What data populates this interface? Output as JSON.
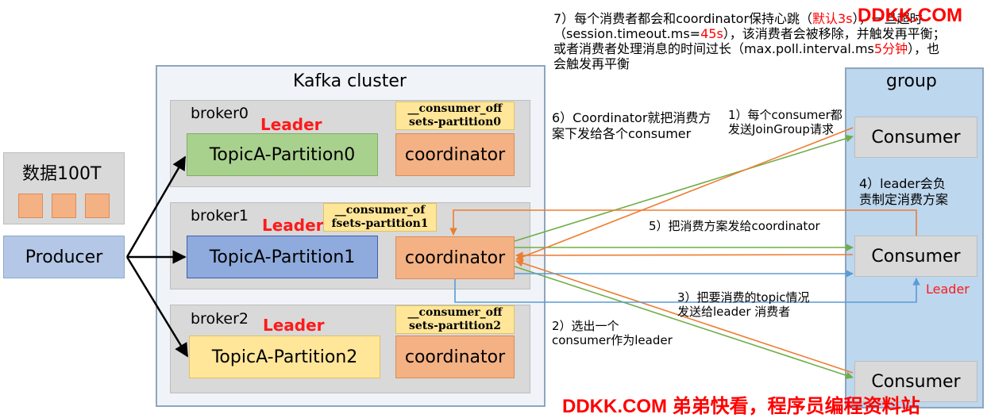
{
  "annotation7": {
    "line1_prefix": "7）每个消费者都会和coordinator保持心跳（",
    "line1_red": "默认3s",
    "line1_suffix": "），一旦超时",
    "line2_prefix": "（session.timeout.ms=",
    "line2_red": "45s",
    "line2_suffix": "），该消费者会被移除，并触发再平衡；",
    "line3_prefix": "或者消费者处理消息的时间过长（max.poll.interval.ms",
    "line3_red": "5分钟",
    "line3_suffix": "），也",
    "line4": "会触发再平衡"
  },
  "watermark_top": "DDKK.COM",
  "watermark_bottom": "DDKK.COM 弟弟快看，程序员编程资料站",
  "cluster": {
    "title": "Kafka cluster"
  },
  "brokers": [
    {
      "name": "broker0",
      "leader": "Leader",
      "partition": "TopicA-Partition0",
      "coordinator": "coordinator",
      "offsets_line1": "__consumer_off",
      "offsets_line2": "sets-partition0"
    },
    {
      "name": "broker1",
      "leader": "Leader",
      "partition": "TopicA-Partition1",
      "coordinator": "coordinator",
      "offsets_line1": "__consumer_of",
      "offsets_line2": "fsets-partition1"
    },
    {
      "name": "broker2",
      "leader": "Leader",
      "partition": "TopicA-Partition2",
      "coordinator": "coordinator",
      "offsets_line1": "__consumer_off",
      "offsets_line2": "sets-partition2"
    }
  ],
  "data_box": {
    "title": "数据100T"
  },
  "producer": {
    "label": "Producer"
  },
  "group": {
    "title": "group",
    "consumers": [
      "Consumer",
      "Consumer",
      "Consumer"
    ],
    "leader_label": "Leader"
  },
  "steps": {
    "s1_line1": "1）每个consumer都",
    "s1_line2": "发送JoinGroup请求",
    "s2_line1": "2）选出一个",
    "s2_line2": "consumer作为leader",
    "s3_line1": "3）把要消费的topic情况",
    "s3_line2": "发送给leader 消费者",
    "s4_line1": "4）leader会负",
    "s4_line2": "责制定消费方案",
    "s5": "5）把消费方案发给coordinator",
    "s6_line1": "6）Coordinator就把消费方",
    "s6_line2": "案下发给各个consumer"
  },
  "colors": {
    "cluster_bg": "#f0f4f9",
    "broker_bg": "#d9d9d9",
    "partition0": "#a9d18e",
    "partition1": "#8faadc",
    "partition2": "#ffe699",
    "coordinator": "#f4b183",
    "producer": "#b4c7e7",
    "group_bg": "#bdd7ee",
    "arrow_green": "#70ad47",
    "arrow_orange": "#ed7d31",
    "arrow_blue": "#5b9bd5",
    "leader_red": "#ff1a1a"
  }
}
